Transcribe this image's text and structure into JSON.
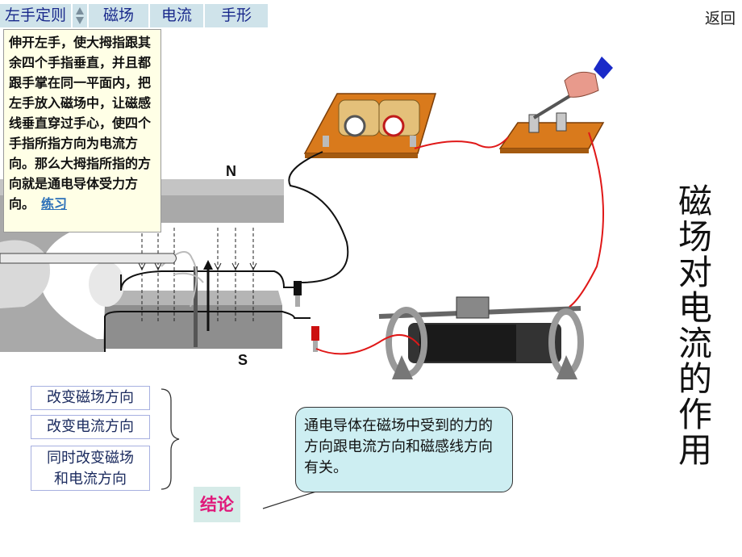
{
  "toolbar": {
    "tabs": [
      {
        "label": "左手定则"
      },
      {
        "label": "磁场"
      },
      {
        "label": "电流"
      },
      {
        "label": "手形"
      }
    ],
    "back_label": "返回"
  },
  "explanation": {
    "text": "伸开左手，使大拇指跟其余四个手指垂直，并且都跟手掌在同一平面内，把左手放入磁场中，让磁感线垂直穿过手心，使四个手指所指方向为电流方向。那么大拇指所指的方向就是通电导体受力方向。",
    "practice_link": "练习"
  },
  "magnet": {
    "north_label": "N",
    "south_label": "S"
  },
  "vertical_title": [
    "磁",
    "场",
    "对",
    "电",
    "流",
    "的",
    "作",
    "用"
  ],
  "options": [
    {
      "label": "改变磁场方向"
    },
    {
      "label": "改变电流方向"
    },
    {
      "label": "同时改变磁场和电流方向"
    }
  ],
  "conclusion": {
    "bubble_text": "通电导体在磁场中受到的力的方向跟电流方向和磁感线方向有关。",
    "button_label": "结论"
  },
  "colors": {
    "toolbar_bg": "#cfe3ea",
    "toolbar_text": "#1a2a8c",
    "bubble_bg": "#cdeef2",
    "conclusion_text": "#e0187a",
    "wire_red": "#e01818",
    "board_orange": "#d97a1c"
  }
}
